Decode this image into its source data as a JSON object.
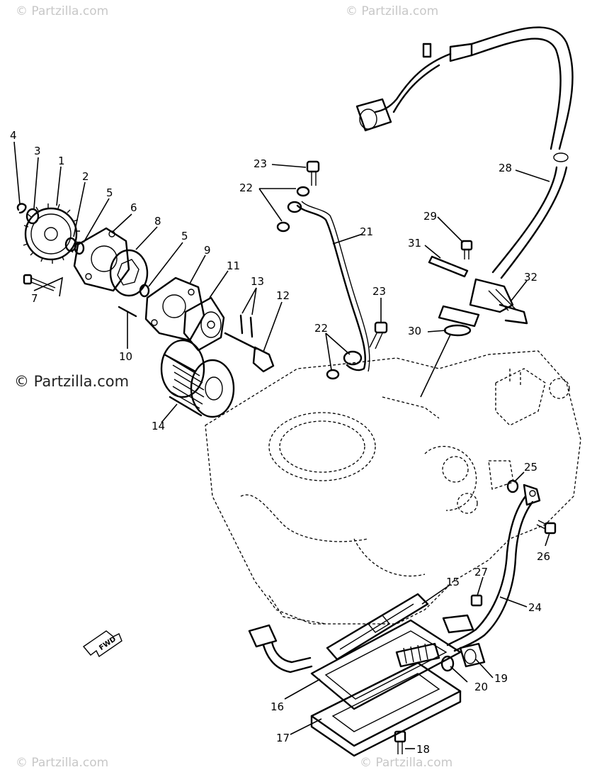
{
  "watermarks": {
    "top_left": "© Partzilla.com",
    "top_right": "© Partzilla.com",
    "mid_left": "© Partzilla.com",
    "bottom_left": "© Partzilla.com",
    "bottom_right": "© Partzilla.com"
  },
  "fwd_label": "FWD",
  "callouts": [
    "1",
    "2",
    "3",
    "4",
    "5",
    "6",
    "7",
    "8",
    "5",
    "9",
    "10",
    "11",
    "12",
    "13",
    "14",
    "15",
    "16",
    "17",
    "18",
    "19",
    "20",
    "21",
    "22",
    "22",
    "23",
    "23",
    "24",
    "25",
    "26",
    "27",
    "28",
    "29",
    "30",
    "31",
    "32"
  ]
}
